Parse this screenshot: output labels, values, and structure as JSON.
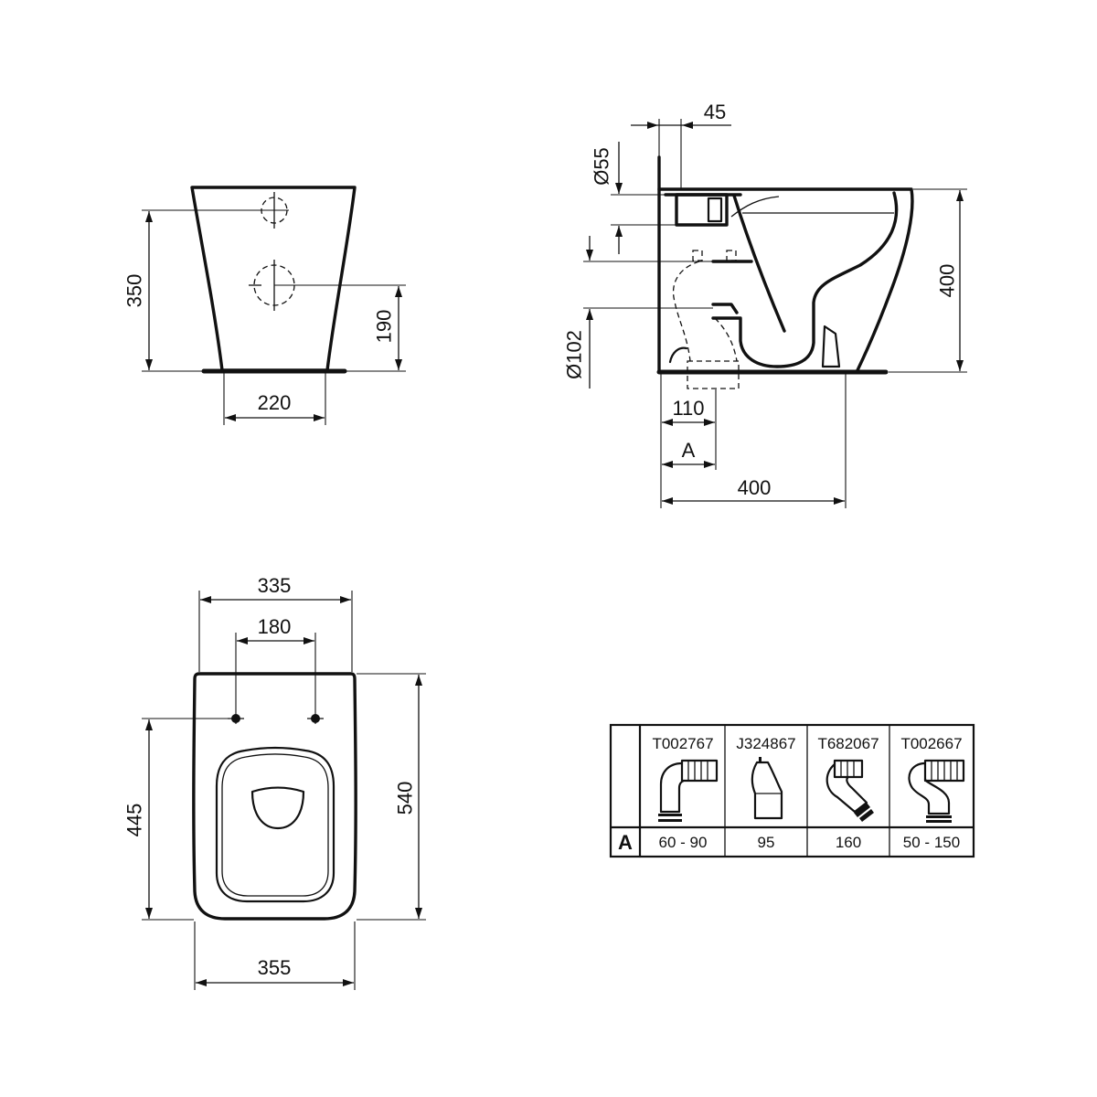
{
  "rear_view": {
    "dim_height_350": "350",
    "dim_height_190": "190",
    "dim_width_220": "220"
  },
  "side_view": {
    "dim_45": "45",
    "dim_diameter_55": "Ø55",
    "dim_diameter_102": "Ø102",
    "dim_height_400": "400",
    "dim_110": "110",
    "dim_A": "A",
    "dim_depth_400": "400"
  },
  "top_view": {
    "dim_335": "335",
    "dim_180": "180",
    "dim_540": "540",
    "dim_445": "445",
    "dim_355": "355"
  },
  "connector_table": {
    "row_label": "A",
    "columns": [
      {
        "code": "T002767",
        "icon": "elbow-pan-connector-icon",
        "value": "60 - 90"
      },
      {
        "code": "J324867",
        "icon": "offset-pan-connector-icon",
        "value": "95"
      },
      {
        "code": "T682067",
        "icon": "angled-pan-connector-icon",
        "value": "160"
      },
      {
        "code": "T002667",
        "icon": "s-bend-pan-connector-icon",
        "value": "50 - 150"
      }
    ]
  }
}
